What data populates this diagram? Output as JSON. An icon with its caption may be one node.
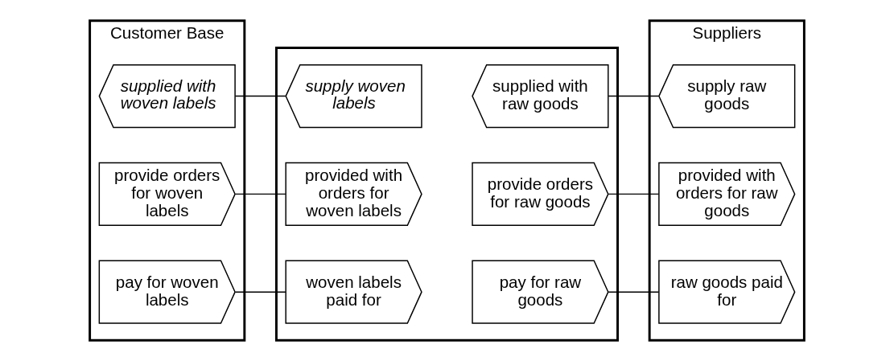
{
  "diagram": {
    "nodes": [
      {
        "text": [
          "Customer Base"
        ]
      },
      {
        "text": [
          "supplied with woven labels"
        ],
        "in": 0
      },
      {
        "text": [
          "provide orders for woven labels"
        ],
        "in": 0
      },
      {
        "text": [
          "pay for woven labels"
        ],
        "in": 0
      },
      {
        "text": [],
        "shape": "box"
      },
      {
        "text": [
          "supply woven labels"
        ],
        "in": 4
      },
      {
        "text": [
          "provided with orders for woven labels"
        ],
        "in": 4
      },
      {
        "text": [
          "woven labels paid for"
        ],
        "in": 4
      },
      {
        "text": [
          "supplied with raw goods"
        ],
        "in": 4
      },
      {
        "text": [
          "provide orders for raw goods"
        ],
        "in": 4
      },
      {
        "text": [
          "pay for raw goods"
        ],
        "in": 4
      },
      {
        "text": [
          "Suppliers"
        ]
      },
      {
        "text": [
          "supply raw goods"
        ],
        "in": 11
      },
      {
        "text": [
          "provided with orders for raw goods"
        ],
        "in": 11
      },
      {
        "text": [
          "raw goods paid for"
        ],
        "in": 11
      }
    ],
    "edges": [
      {
        "from": 1,
        "to": 5,
        "arrow": "none"
      },
      {
        "from": 2,
        "to": 6,
        "arrow": "none"
      },
      {
        "from": 3,
        "to": 7,
        "arrow": "none"
      },
      {
        "from": 8,
        "to": 12,
        "arrow": "none"
      },
      {
        "from": 9,
        "to": 13,
        "arrow": "none"
      },
      {
        "from": 10,
        "to": 14,
        "arrow": "none"
      }
    ]
  }
}
